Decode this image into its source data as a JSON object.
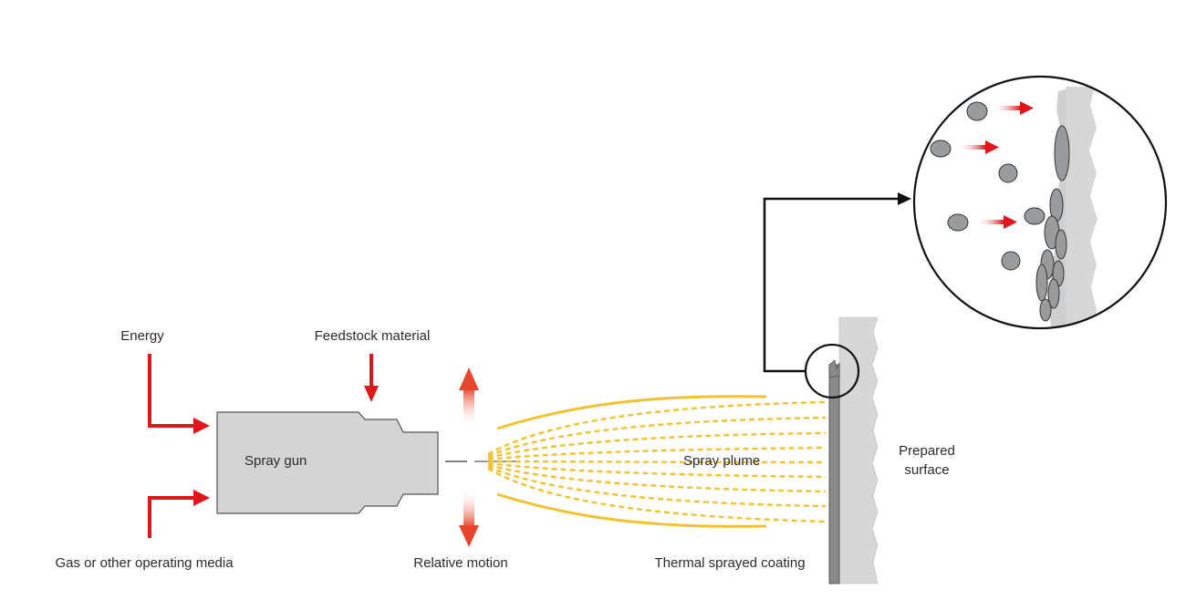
{
  "labels": {
    "energy": "Energy",
    "feedstock": "Feedstock material",
    "spray_gun": "Spray gun",
    "gas_media": "Gas or other operating media",
    "relative_motion": "Relative motion",
    "spray_plume": "Spray plume",
    "thermal_coating": "Thermal sprayed coating",
    "prepared_surface_line1": "Prepared",
    "prepared_surface_line2": "surface"
  },
  "colors": {
    "input_arrow": "#e0161b",
    "plume": "#f1c232",
    "gun_fill": "#d4d4d5",
    "surface_fill": "#d7d7d8",
    "coating_fill": "#8a8a8a",
    "particle_fill": "#9a9b9d",
    "outline": "#111111"
  },
  "icons": {
    "energy_arrow": "arrow-right-icon",
    "gas_arrow": "arrow-right-icon",
    "feedstock_arrow": "arrow-down-icon",
    "motion_up": "arrow-up-icon",
    "motion_down": "arrow-down-icon"
  }
}
